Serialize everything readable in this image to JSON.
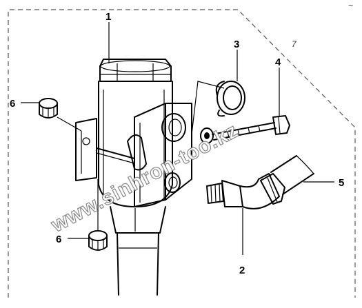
{
  "diagram": {
    "callouts": [
      {
        "id": "1",
        "label": "1"
      },
      {
        "id": "2",
        "label": "2"
      },
      {
        "id": "3",
        "label": "3"
      },
      {
        "id": "4",
        "label": "4"
      },
      {
        "id": "5",
        "label": "5"
      },
      {
        "id": "6a",
        "label": "6"
      },
      {
        "id": "6b",
        "label": "6"
      }
    ],
    "frame_label": "7",
    "watermark": "www.sinhron-too.kz",
    "corner_mark": "~"
  }
}
